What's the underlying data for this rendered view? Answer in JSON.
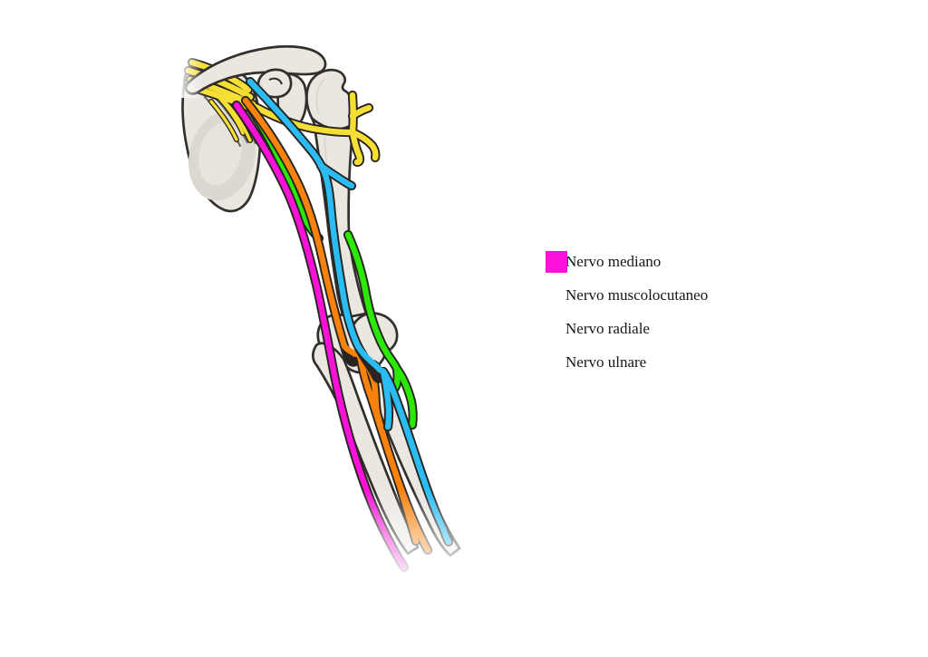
{
  "legend": {
    "items": [
      {
        "id": "nervo-mediano",
        "label": "Nervo mediano",
        "color": "#F8820C"
      },
      {
        "id": "nervo-muscolocutaneo",
        "label": "Nervo muscolocutaneo",
        "color": "#2ABCF2"
      },
      {
        "id": "nervo-radiale",
        "label": "Nervo radiale",
        "color": "#2BE806"
      },
      {
        "id": "nervo-ulnare",
        "label": "Nervo ulnare",
        "color": "#FA12D8"
      }
    ]
  },
  "illustration": {
    "subject": "upper-limb-bones-and-nerves",
    "bone_fill": "#EAE7E1",
    "bone_shade": "#DCD8D1",
    "bone_shade_light": "#E7E3DD",
    "bone_outline": "#33302C",
    "nerve_outline": "#272421",
    "plexus_color": "#F5DF35",
    "muscle_gray": "#6E6B64",
    "background": "#FFFFFF"
  }
}
